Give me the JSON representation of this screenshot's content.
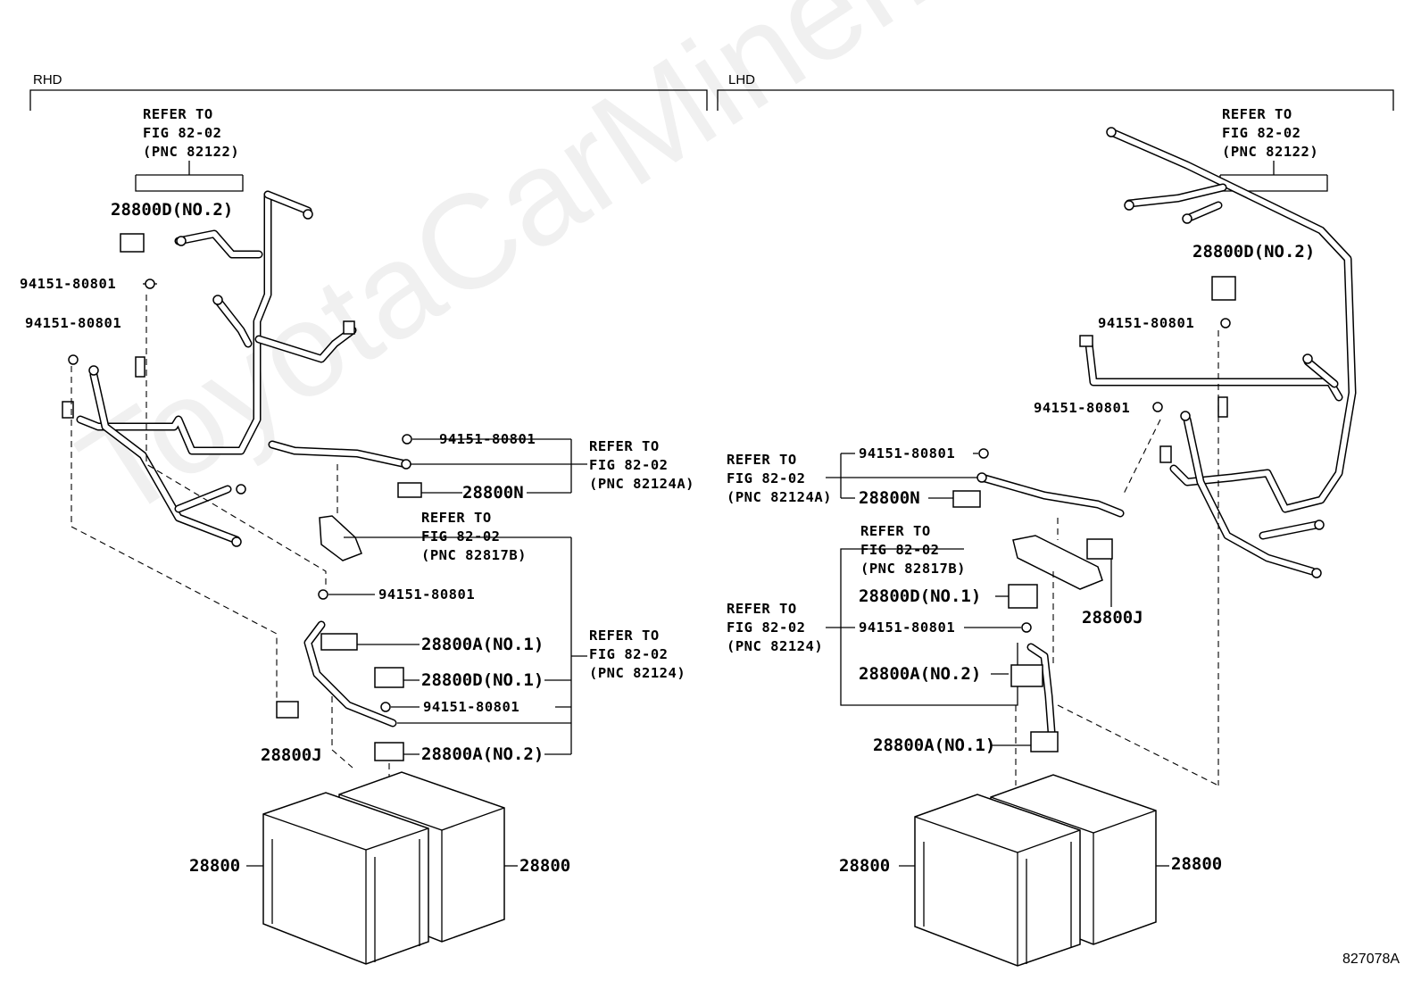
{
  "sections": {
    "rhd": "RHD",
    "lhd": "LHD"
  },
  "figure_code": "827078A",
  "watermark": "ToyotaCarMiner.ru",
  "refer": {
    "l1": "REFER TO",
    "fig": "FIG 82-02",
    "pnc_82122": "(PNC 82122)",
    "pnc_82124a": "(PNC 82124A)",
    "pnc_82817b": "(PNC 82817B)",
    "pnc_82124": "(PNC 82124)"
  },
  "parts": {
    "nut": "94151-80801",
    "d_no2": "28800D(NO.2)",
    "d_no1": "28800D(NO.1)",
    "n": "28800N",
    "a_no1": "28800A(NO.1)",
    "a_no2": "28800A(NO.2)",
    "j": "28800J",
    "battery": "28800"
  }
}
